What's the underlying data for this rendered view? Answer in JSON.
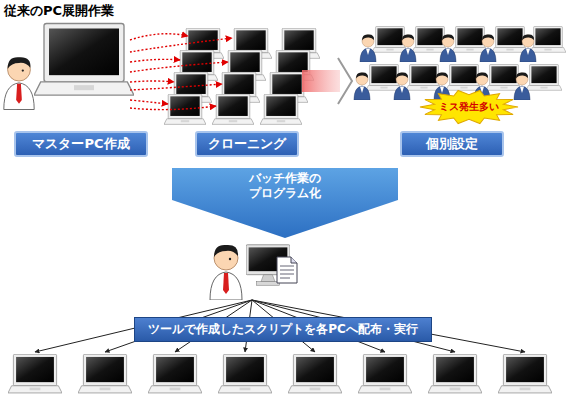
{
  "diagram": {
    "title": "従来のPC展開作業",
    "nodes": [
      {
        "text": [
          "マスターPC作成"
        ]
      },
      {
        "text": [
          "クローニング"
        ]
      },
      {
        "text": [
          "ミス発生多い"
        ]
      },
      {
        "text": [
          "個別設定"
        ]
      },
      {
        "text": [
          "バッチ作業のプログラム化"
        ]
      },
      {
        "text": [
          "ツールで作成したスクリプトを各PCへ配布・実行"
        ]
      }
    ]
  }
}
